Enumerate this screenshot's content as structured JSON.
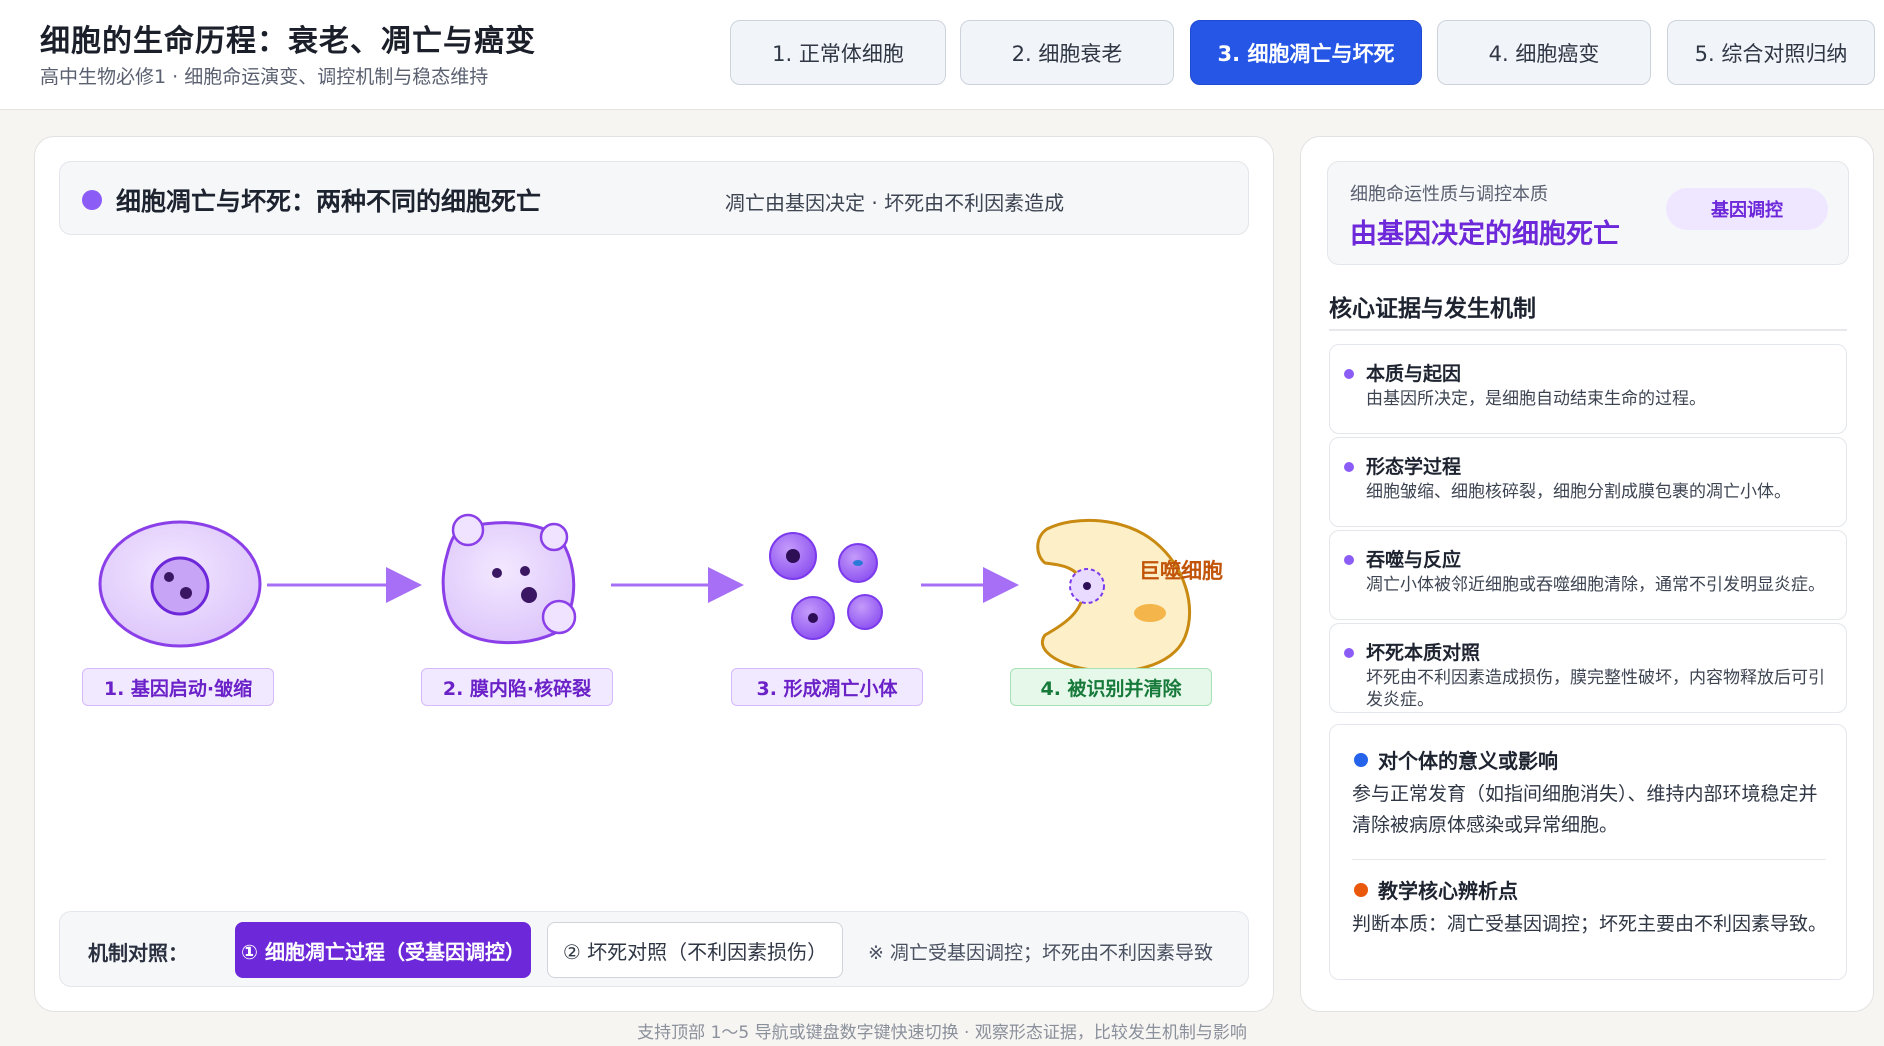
{
  "header": {
    "title": "细胞的生命历程：衰老、凋亡与癌变",
    "subtitle": "高中生物必修1 · 细胞命运演变、调控机制与稳态维持"
  },
  "nav": {
    "tabs": [
      {
        "label": "1. 正常体细胞"
      },
      {
        "label": "2. 细胞衰老"
      },
      {
        "label": "3. 细胞凋亡与坏死"
      },
      {
        "label": "4. 细胞癌变"
      },
      {
        "label": "5. 综合对照归纳"
      }
    ],
    "active_index": 2
  },
  "section": {
    "title": "细胞凋亡与坏死：两种不同的细胞死亡",
    "subtitle": "凋亡由基因决定 · 坏死由不利因素造成"
  },
  "diagram": {
    "steps": [
      {
        "label": "1. 基因启动·皱缩"
      },
      {
        "label": "2. 膜内陷·核碎裂"
      },
      {
        "label": "3. 形成凋亡小体"
      },
      {
        "label": "4. 被识别并清除"
      }
    ],
    "macrophage_label": "巨噬细胞"
  },
  "mechanism": {
    "label": "机制对照：",
    "option_active": "① 细胞凋亡过程（受基因调控）",
    "option_inactive": "② 坏死对照（不利因素损伤）",
    "note": "※ 凋亡受基因调控；坏死由不利因素导致"
  },
  "side": {
    "nature_label": "细胞命运性质与调控本质",
    "nature_value": "由基因决定的细胞死亡",
    "nature_badge": "基因调控",
    "evidence_title": "核心证据与发生机制",
    "evidence": [
      {
        "title": "本质与起因",
        "text": "由基因所决定，是细胞自动结束生命的过程。"
      },
      {
        "title": "形态学过程",
        "text": "细胞皱缩、细胞核碎裂，细胞分割成膜包裹的凋亡小体。"
      },
      {
        "title": "吞噬与反应",
        "text": "凋亡小体被邻近细胞或吞噬细胞清除，通常不引发明显炎症。"
      },
      {
        "title": "坏死本质对照",
        "text": "坏死由不利因素造成损伤，膜完整性破坏，内容物释放后可引发炎症。"
      }
    ],
    "impact_title": "对个体的意义或影响",
    "impact_text": "参与正常发育（如指间细胞消失）、维持内部环境稳定并清除被病原体感染或异常细胞。",
    "teaching_title": "教学核心辨析点",
    "teaching_text": "判断本质：凋亡受基因调控；坏死主要由不利因素导致。",
    "colors": {
      "impact_dot": "#2563eb",
      "teaching_dot": "#ea580c"
    }
  },
  "footer": {
    "hint": "支持顶部 1～5 导航或键盘数字键快速切换 · 观察形态证据，比较发生机制与影响"
  }
}
